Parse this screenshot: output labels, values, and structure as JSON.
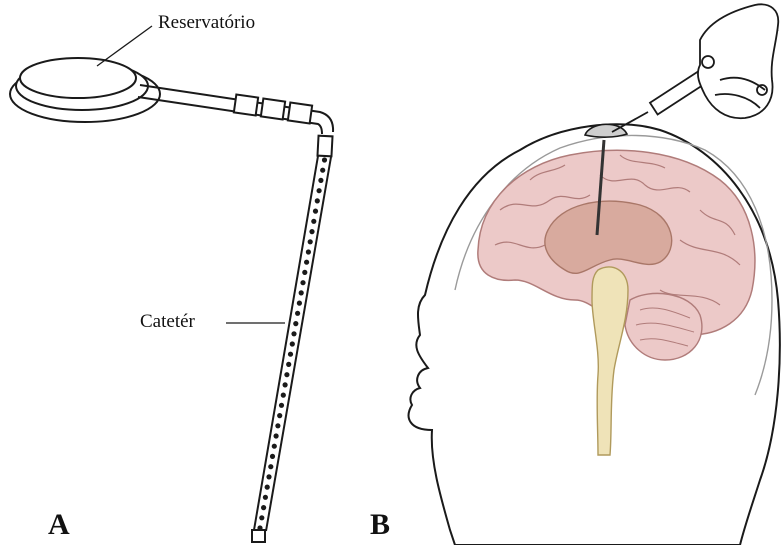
{
  "labels": {
    "reservoir": "Reservatório",
    "catheter": "Catetér"
  },
  "panels": {
    "a": "A",
    "b": "B"
  },
  "colors": {
    "line": "#1a1a1a",
    "brain_fill": "#ecc9c8",
    "brain_deep": "#d8aa9e",
    "brainstem": "#efe3b8",
    "skin": "#ffffff"
  }
}
